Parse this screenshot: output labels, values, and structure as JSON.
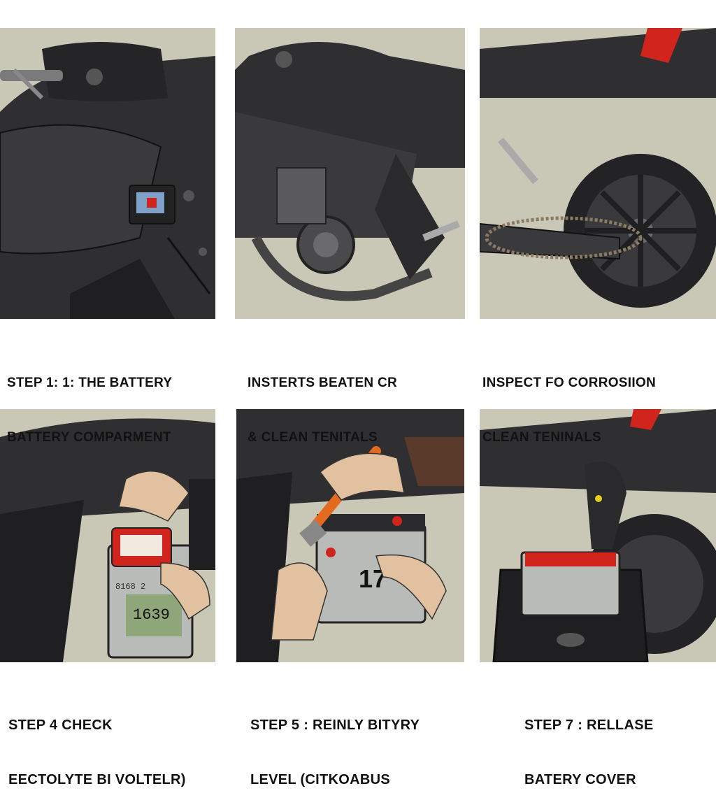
{
  "colors": {
    "background": "#c9c7b6",
    "bike_body": "#2f2f31",
    "bike_dark": "#1f1f21",
    "accent_red": "#d0241c",
    "accent_orange": "#e36a1f",
    "battery_grey": "#b9bbb8",
    "skin": "#e2c1a0"
  },
  "panels": [
    {
      "id": "step-1",
      "icons": [
        "motorcycle-side-icon",
        "battery-compartment-icon"
      ],
      "caption": [
        "STEP 1: 1: THE BATTERY",
        "BATTERY COMPARMENT"
      ]
    },
    {
      "id": "step-2",
      "icons": [
        "motorcycle-engine-icon"
      ],
      "caption": [
        "INSTERTS BEATEN CR",
        "& CLEAN TENITALS"
      ]
    },
    {
      "id": "step-3",
      "icons": [
        "rear-wheel-icon",
        "chain-icon"
      ],
      "caption": [
        "INSPECT FO CORROSIION",
        "CLEAN TENINALS"
      ]
    },
    {
      "id": "step-4",
      "icons": [
        "hands-icon",
        "battery-meter-icon"
      ],
      "caption": [
        "STEP 4 CHECK",
        "EECTOLYTE BI VOLTELR)"
      ],
      "meter_reading": "1639",
      "meter_label_top": "8168 2"
    },
    {
      "id": "step-5",
      "icons": [
        "hands-icon",
        "brush-icon",
        "battery-icon"
      ],
      "caption": [
        "STEP 5 : REINLY BITYRY",
        "LEVEL (CITKOABUS"
      ],
      "battery_label": "17"
    },
    {
      "id": "step-6",
      "icons": [
        "saddlebag-icon",
        "battery-icon",
        "rear-wheel-icon"
      ],
      "caption": [
        "STEP 7 : RELLASE",
        "BATERY COVER"
      ]
    }
  ]
}
